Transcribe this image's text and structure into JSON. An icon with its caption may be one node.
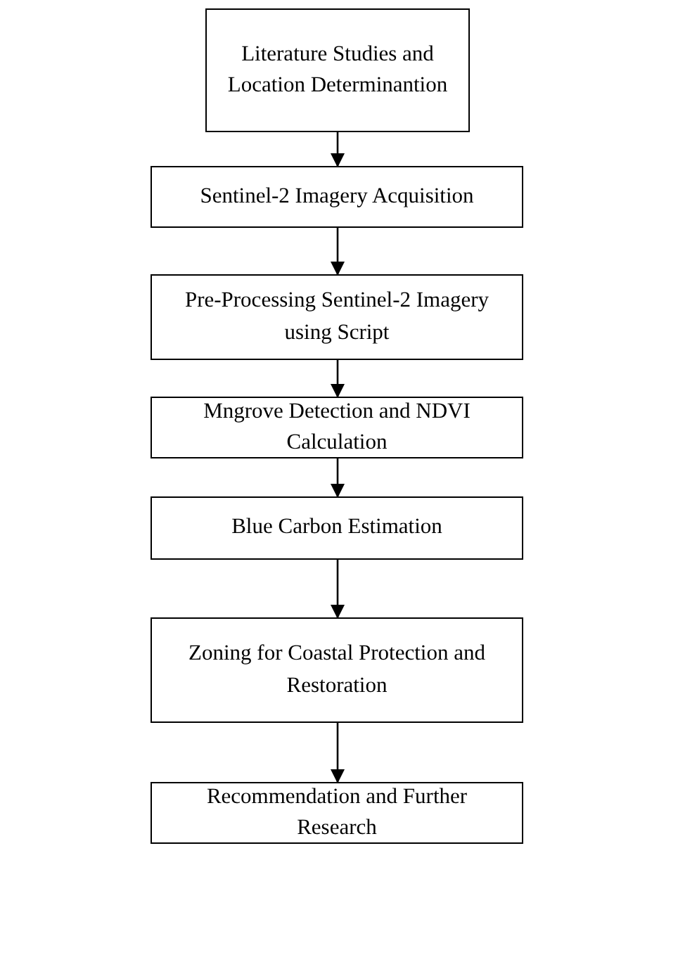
{
  "diagram": {
    "nodes": [
      {
        "text": [
          "Literature Studies and Location Determinantion"
        ]
      },
      {
        "text": [
          "Sentinel-2 Imagery Acquisition"
        ]
      },
      {
        "text": [
          "Pre-Processing Sentinel-2 Imagery using Script"
        ]
      },
      {
        "text": [
          "Mngrove Detection and NDVI Calculation"
        ]
      },
      {
        "text": [
          "Blue Carbon Estimation"
        ]
      },
      {
        "text": [
          "Zoning for Coastal Protection and Restoration"
        ]
      },
      {
        "text": [
          "Recommendation and Further Research"
        ]
      }
    ],
    "edges": [
      {
        "from": 0,
        "to": 1,
        "arrow": "to"
      },
      {
        "from": 1,
        "to": 2,
        "arrow": "to"
      },
      {
        "from": 2,
        "to": 3,
        "arrow": "to"
      },
      {
        "from": 3,
        "to": 4,
        "arrow": "to"
      },
      {
        "from": 4,
        "to": 5,
        "arrow": "to"
      },
      {
        "from": 5,
        "to": 6,
        "arrow": "to"
      }
    ]
  }
}
